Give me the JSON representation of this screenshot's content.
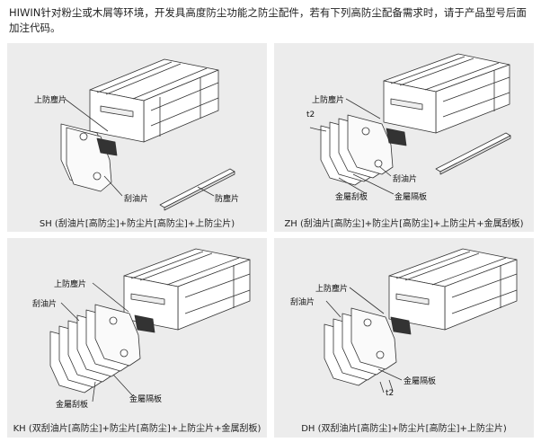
{
  "intro": {
    "text": "HIWIN针对粉尘或木屑等环境，开发具高度防尘功能之防尘配件，若有下列高防尘配备需求时，请于产品型号后面加注代码。"
  },
  "panels": {
    "sh": {
      "caption": "SH (刮油片[高防尘]+防尘片[高防尘]+上防尘片)",
      "labels": {
        "top": "上防塵片",
        "plate": "防塵片",
        "scraper": "刮油片"
      }
    },
    "zh": {
      "caption": "ZH (刮油片[高防尘]+防尘片[高防尘]+上防尘片+金属刮板)",
      "labels": {
        "top": "上防塵片",
        "t2": "t2",
        "scraper": "刮油片",
        "metal_scraper": "金屬刮板",
        "metal_spacer": "金屬隔板"
      }
    },
    "kh": {
      "caption": "KH (双刮油片[高防尘]+防尘片[高防尘]+上防尘片+金属刮板)",
      "labels": {
        "top": "上防塵片",
        "scraper": "刮油片",
        "metal_scraper": "金屬刮板",
        "metal_spacer": "金屬隔板"
      }
    },
    "dh": {
      "caption": "DH (双刮油片[高防尘]+防尘片[高防尘]+上防尘片)",
      "labels": {
        "top": "上防塵片",
        "scraper": "刮油片",
        "metal_spacer": "金屬隔板",
        "t2": "t2"
      }
    }
  }
}
